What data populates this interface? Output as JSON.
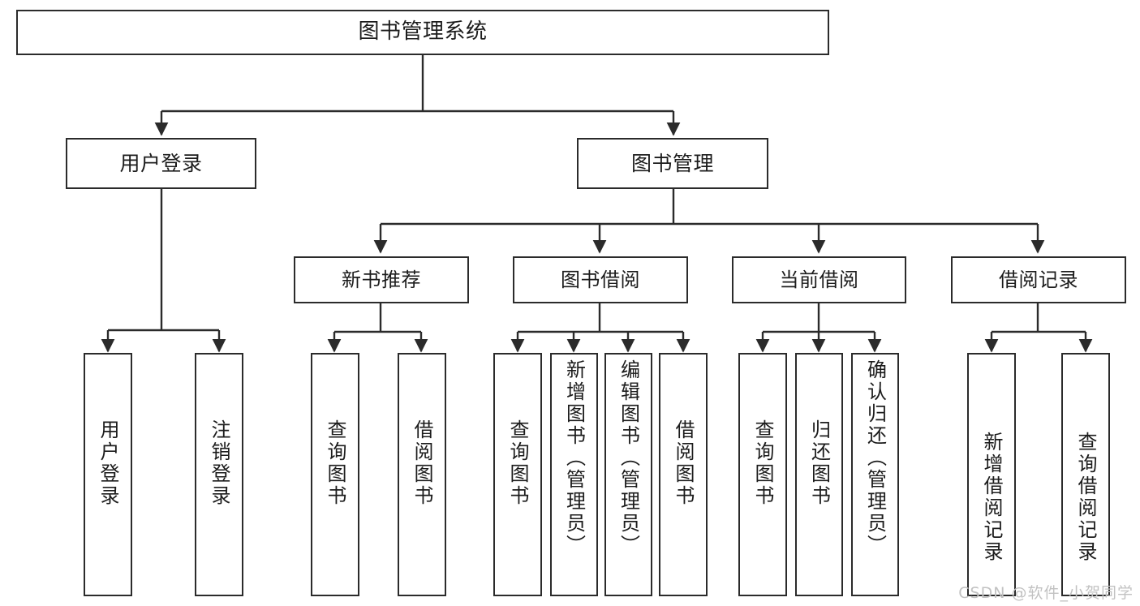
{
  "diagram": {
    "title": "图书管理系统",
    "watermark": "CSDN @软件_小贺同学",
    "colors": {
      "stroke": "#2b2b2b",
      "fill": "#ffffff",
      "text": "#1c1c1c",
      "watermark": "#c2c2c2"
    },
    "nodes": {
      "root": {
        "label": "图书管理系统"
      },
      "user_login": {
        "label": "用户登录"
      },
      "book_manage": {
        "label": "图书管理"
      },
      "new_book_rec": {
        "label": "新书推荐"
      },
      "book_borrow": {
        "label": "图书借阅"
      },
      "current_borrow": {
        "label": "当前借阅"
      },
      "borrow_record": {
        "label": "借阅记录"
      },
      "leaf_user_login": {
        "label": "用户登录"
      },
      "leaf_logout": {
        "label": "注销登录"
      },
      "leaf_query_book_a": {
        "label": "查询图书"
      },
      "leaf_borrow_book_a": {
        "label": "借阅图书"
      },
      "leaf_query_book_b": {
        "label": "查询图书"
      },
      "leaf_add_book": {
        "label": "新增图书（管理员）"
      },
      "leaf_edit_book": {
        "label": "编辑图书（管理员）"
      },
      "leaf_borrow_book_b": {
        "label": "借阅图书"
      },
      "leaf_query_book_c": {
        "label": "查询图书"
      },
      "leaf_return_book": {
        "label": "归还图书"
      },
      "leaf_confirm_return": {
        "label": "确认归还（管理员）"
      },
      "leaf_add_record": {
        "label": "新增借阅记录"
      },
      "leaf_query_record": {
        "label": "查询借阅记录"
      }
    }
  }
}
